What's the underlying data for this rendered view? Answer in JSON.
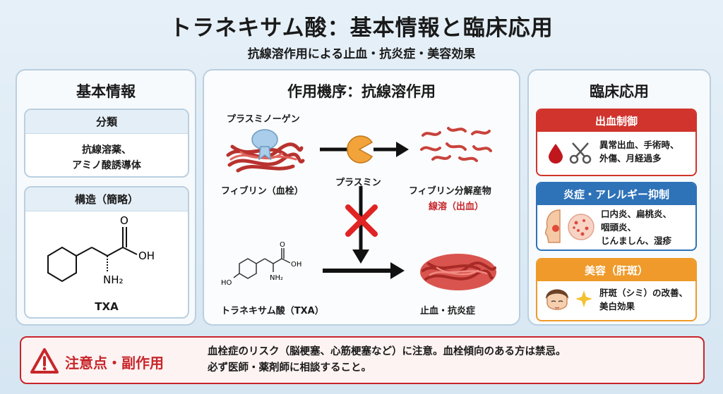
{
  "header": {
    "title": "トラネキサム酸：基本情報と臨床応用",
    "subtitle": "抗線溶作用による止血・抗炎症・美容効果"
  },
  "basic": {
    "heading": "基本情報",
    "classification": {
      "heading": "分類",
      "body": "抗線溶薬、\nアミノ酸誘導体"
    },
    "structure": {
      "heading": "構造（簡略）",
      "caption": "TXA",
      "atom_o": "O",
      "atom_oh": "OH",
      "atom_nh2": "NH₂"
    }
  },
  "mechanism": {
    "heading": "作用機序：抗線溶作用",
    "plasminogen": "プラスミノーゲン",
    "fibrin": "フィブリン（血栓）",
    "plasmin": "プラスミン",
    "products": "フィブリン分解産物",
    "fibrinolysis": "線溶（出血）",
    "txa": "トラネキサム酸（TXA）",
    "result": "止血・抗炎症",
    "mol_o": "O",
    "mol_oh": "OH",
    "mol_nh2": "NH₂",
    "mol_ho": "HO"
  },
  "clinical": {
    "heading": "臨床応用",
    "bleeding": {
      "heading": "出血制御",
      "body": "異常出血、手術時、\n外傷、月経過多",
      "color": "#d0342c"
    },
    "inflammation": {
      "heading": "炎症・アレルギー抑制",
      "body": "口内炎、扁桃炎、\n咽頭炎、\nじんましん、湿疹",
      "color": "#2e72b8"
    },
    "beauty": {
      "heading": "美容（肝斑）",
      "body": "肝斑（シミ）の改善、\n美白効果",
      "color": "#ef9a2a"
    }
  },
  "warning": {
    "heading": "注意点・副作用",
    "body": "血栓症のリスク（脳梗塞、心筋梗塞など）に注意。血栓傾向のある方は禁忌。\n必ず医師・薬剤師に相談すること。",
    "color": "#c8262b"
  }
}
